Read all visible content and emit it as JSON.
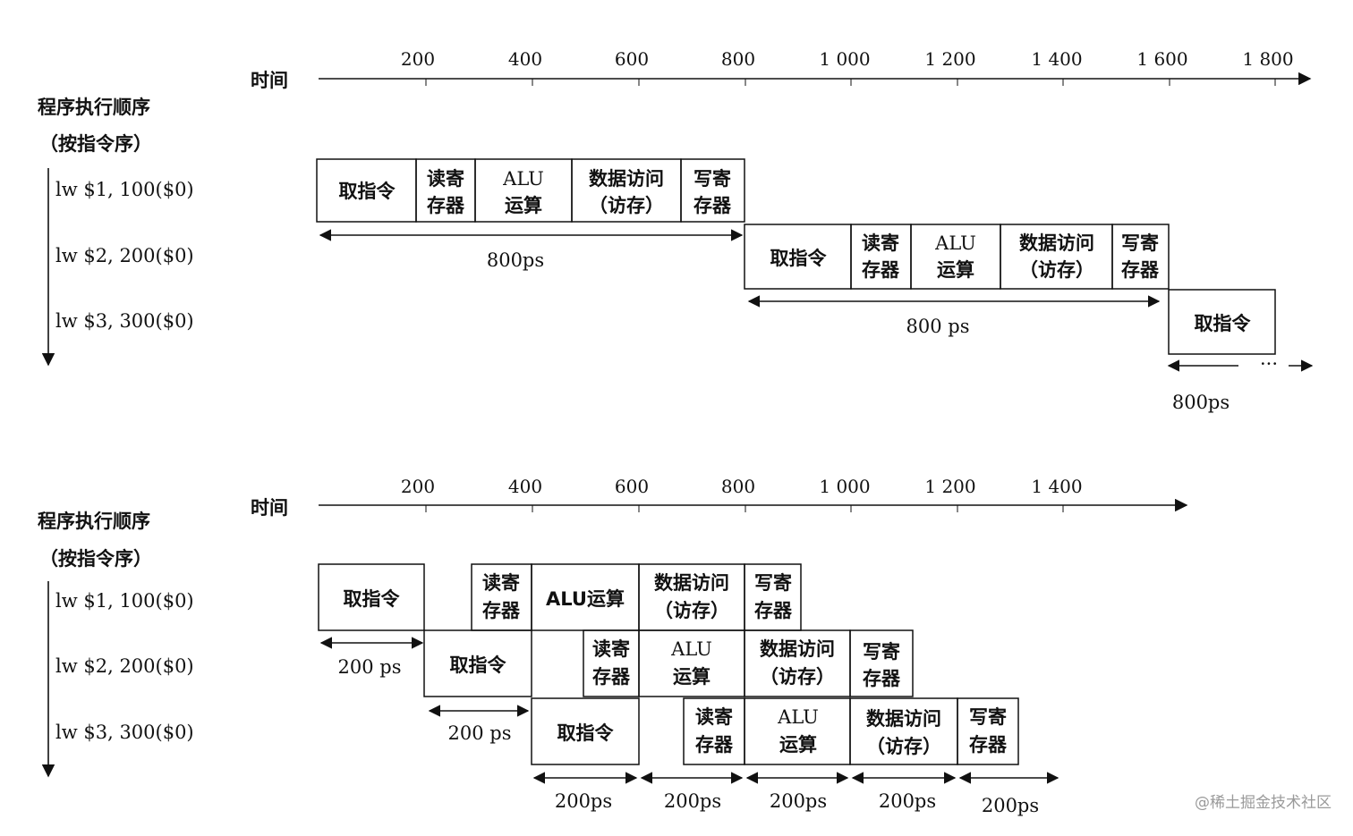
{
  "top": {
    "axis_label": "时间",
    "ticks": [
      "200",
      "400",
      "600",
      "800",
      "1 000",
      "1 200",
      "1 400",
      "1 600",
      "1 800"
    ],
    "order_title": "程序执行顺序",
    "order_subtitle": "（按指令序）",
    "instructions": [
      "lw  $1, 100($0)",
      "lw  $2, 200($0)",
      "lw  $3, 300($0)"
    ],
    "stage_fetch": "取指令",
    "stage_read_1": "读寄",
    "stage_read_2": "存器",
    "stage_alu_1": "ALU",
    "stage_alu_2": "运算",
    "stage_mem_1": "数据访问",
    "stage_mem_2": "（访存）",
    "stage_write_1": "写寄",
    "stage_write_2": "存器",
    "durations": [
      "800ps",
      "800 ps",
      "800ps"
    ],
    "ellipsis": "···"
  },
  "bottom": {
    "axis_label": "时间",
    "ticks": [
      "200",
      "400",
      "600",
      "800",
      "1 000",
      "1 200",
      "1 400"
    ],
    "order_title": "程序执行顺序",
    "order_subtitle": "（按指令序）",
    "instructions": [
      "lw  $1, 100($0)",
      "lw  $2, 200($0)",
      "lw  $3, 300($0)"
    ],
    "stage_fetch": "取指令",
    "stage_read_1": "读寄",
    "stage_read_2": "存器",
    "stage_alu_full": "ALU运算",
    "stage_alu_1": "ALU",
    "stage_alu_2": "运算",
    "stage_mem_1": "数据访问",
    "stage_mem_2": "（访存）",
    "stage_write_1": "写寄",
    "stage_write_2": "存器",
    "durations": [
      "200 ps",
      "200 ps",
      "200ps",
      "200ps",
      "200ps",
      "200ps",
      "200ps"
    ]
  },
  "watermark": "@稀土掘金技术社区"
}
